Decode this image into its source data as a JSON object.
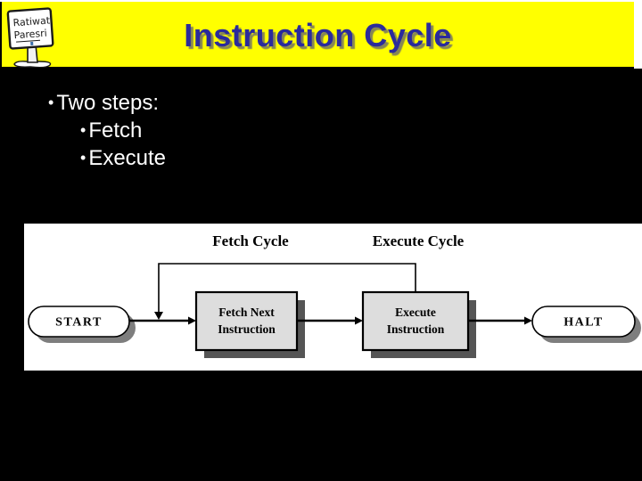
{
  "slide": {
    "background_color": "#000000"
  },
  "header": {
    "title": "Instruction Cycle",
    "background_color": "#FFFF00",
    "title_color": "#2B2B9B",
    "logo": {
      "line1": "Ratiwat",
      "line2": "Paresri"
    }
  },
  "bullets": {
    "glyph": "•",
    "text_color": "#FFFFFF",
    "items": [
      {
        "text": "Two steps:",
        "level": 1
      },
      {
        "text": "Fetch",
        "level": 2
      },
      {
        "text": "Execute",
        "level": 2
      }
    ]
  },
  "diagram": {
    "panel_background": "#FFFFFF",
    "phase_labels": {
      "fetch": "Fetch Cycle",
      "execute": "Execute Cycle"
    },
    "nodes": {
      "start": {
        "label": "START",
        "shape": "stadium"
      },
      "fetch": {
        "line1": "Fetch Next",
        "line2": "Instruction",
        "shape": "rect"
      },
      "execute": {
        "line1": "Execute",
        "line2": "Instruction",
        "shape": "rect"
      },
      "halt": {
        "label": "HALT",
        "shape": "stadium"
      }
    },
    "edges": [
      "START -> Fetch Next Instruction",
      "Fetch Next Instruction -> Execute Instruction",
      "Execute Instruction -> HALT",
      "Execute Instruction -> feedback -> Fetch Next Instruction"
    ],
    "colors": {
      "box_fill": "#DDDDDD",
      "box_shadow": "#555555",
      "oval_fill": "#FFFFFF",
      "oval_shadow": "#7E7E7E",
      "line": "#000000"
    }
  }
}
